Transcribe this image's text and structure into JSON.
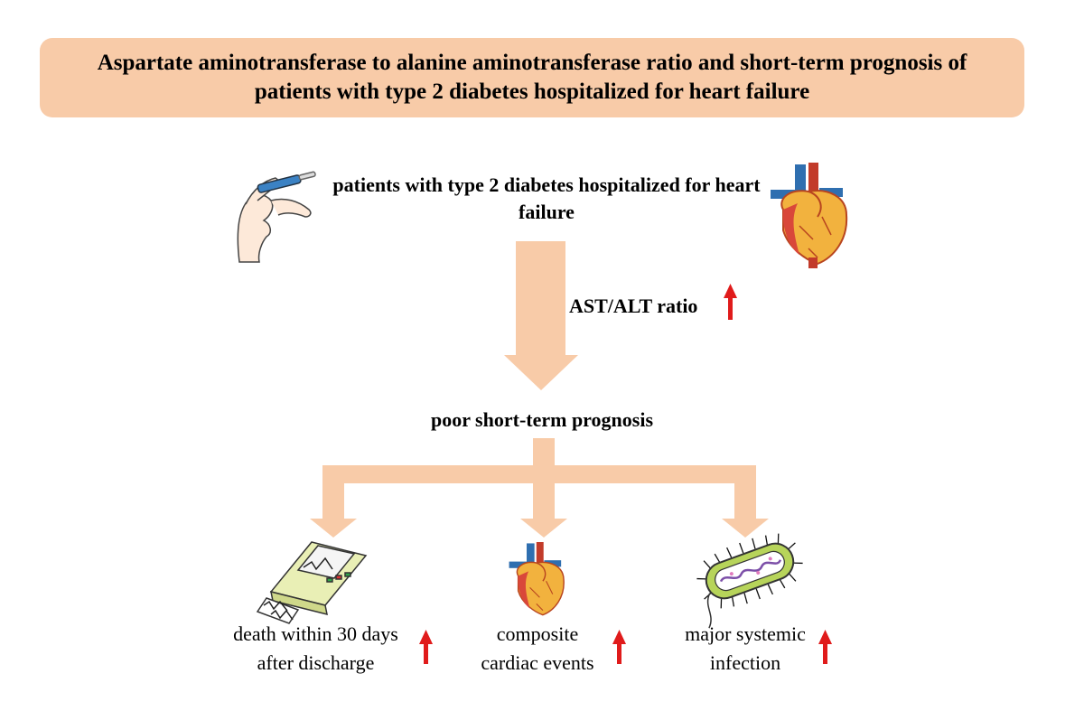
{
  "title": "Aspartate aminotransferase to alanine aminotransferase ratio and short-term prognosis of patients with type 2 diabetes hospitalized for heart failure",
  "population": "patients with type 2 diabetes hospitalized for heart failure",
  "exposure": "AST/ALT ratio",
  "result": "poor short-term prognosis",
  "outcomes": [
    {
      "label_line1": "death within 30 days",
      "label_line2": "after discharge",
      "icon": "ecg-machine-icon"
    },
    {
      "label_line1": "composite",
      "label_line2": "cardiac events",
      "icon": "heart-icon"
    },
    {
      "label_line1": "major systemic",
      "label_line2": "infection",
      "icon": "bacterium-icon"
    }
  ],
  "icons": [
    "hand-lancet-icon",
    "heart-icon",
    "up-arrow-icon",
    "ecg-machine-icon",
    "bacterium-icon"
  ],
  "colors": {
    "banner": "#f8cba8",
    "flow_arrow": "#f8cba8",
    "increase_arrow": "#e01b1b",
    "text": "#000000"
  }
}
